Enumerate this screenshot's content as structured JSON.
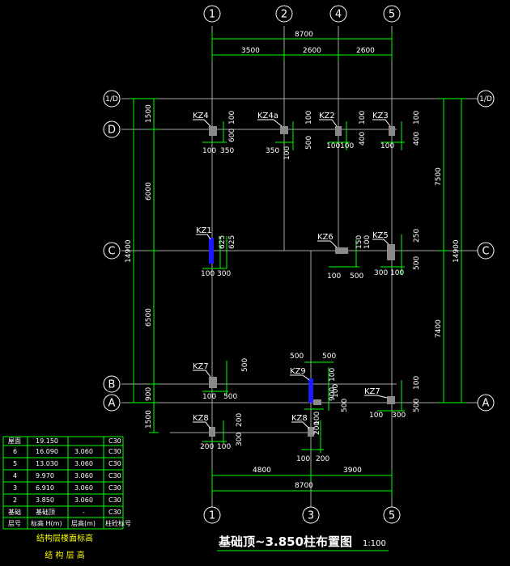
{
  "title": "基础顶~3.850柱布置图",
  "scale": "1:100",
  "axes_top": [
    "1",
    "2",
    "4",
    "5"
  ],
  "axes_bottom": [
    "1",
    "3",
    "5"
  ],
  "axes_left": [
    "1/D",
    "D",
    "C",
    "B",
    "A"
  ],
  "axes_right": [
    "1/D",
    "C",
    "A"
  ],
  "dims_top": {
    "overall": "8700",
    "segments": [
      "3500",
      "2600",
      "2600"
    ]
  },
  "dims_bottom": {
    "overall": "8700",
    "segments": [
      "4800",
      "3900"
    ]
  },
  "dims_left": {
    "overall": "14900",
    "segments": [
      "1500",
      "6000",
      "6500",
      "900",
      "1500"
    ]
  },
  "dims_right": {
    "overall": "14900",
    "segments": [
      "7500",
      "7400"
    ]
  },
  "columns": [
    "KZ4",
    "KZ4a",
    "KZ2",
    "KZ3",
    "KZ1",
    "KZ6",
    "KZ5",
    "KZ7",
    "KZ9",
    "KZ7",
    "KZ8",
    "KZ8"
  ],
  "col_dims": [
    "600",
    "100",
    "350",
    "100",
    "350",
    "100",
    "500",
    "100",
    "100",
    "100",
    "400",
    "100",
    "100",
    "100",
    "400",
    "625",
    "625",
    "100",
    "300",
    "150",
    "100",
    "100",
    "500",
    "250",
    "300",
    "100",
    "500",
    "500",
    "100",
    "500",
    "500",
    "500",
    "100",
    "900",
    "100",
    "500",
    "100",
    "500",
    "100",
    "300",
    "100",
    "200",
    "300",
    "200",
    "100"
  ],
  "table": {
    "rows": [
      [
        "屋面",
        "19.150",
        "",
        "C30"
      ],
      [
        "6",
        "16.090",
        "3.060",
        "C30"
      ],
      [
        "5",
        "13.030",
        "3.060",
        "C30"
      ],
      [
        "4",
        "9.970",
        "3.060",
        "C30"
      ],
      [
        "3",
        "6.910",
        "3.060",
        "C30"
      ],
      [
        "2",
        "3.850",
        "3.060",
        "C30"
      ],
      [
        "基础",
        "基础顶",
        "-",
        "C30"
      ],
      [
        "层号",
        "标高 H(m)",
        "层高(m)",
        "柱砼标号"
      ]
    ],
    "caption1": "结构层楼面标高",
    "caption2": "结 构 层 高"
  },
  "colors": {
    "grid": "#a9a9a9",
    "dimension": "#00ff00",
    "text": "#ffffff",
    "column": "#8a8a8a",
    "highlight": "#1a1aff",
    "caption": "#ffff00"
  }
}
